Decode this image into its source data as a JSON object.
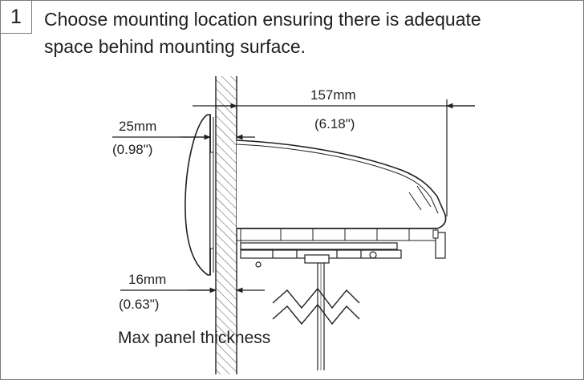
{
  "step": {
    "number": "1"
  },
  "instruction": {
    "line1": "Choose mounting location ensuring there is adequate",
    "line2": "space behind mounting surface."
  },
  "dimensions": {
    "depth_mm": "157mm",
    "depth_in": "(6.18\")",
    "front_mm": "25mm",
    "front_in": "(0.98\")",
    "panel_mm": "16mm",
    "panel_in": "(0.63\")"
  },
  "caption": "Max panel thickness",
  "colors": {
    "line": "#231f20",
    "border": "#7a7a7a"
  }
}
